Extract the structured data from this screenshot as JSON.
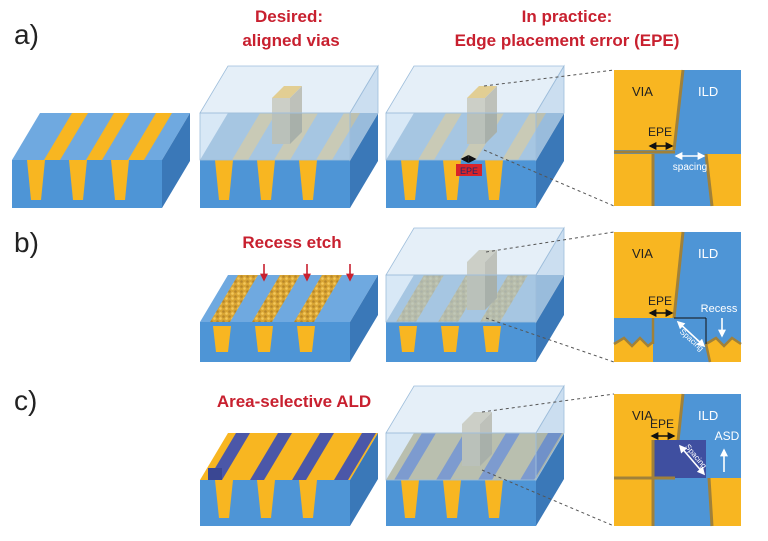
{
  "row_labels": [
    "a)",
    "b)",
    "c)"
  ],
  "headings": {
    "desired_line1": "Desired:",
    "desired_line2": "aligned vias",
    "practice_line1": "In practice:",
    "practice_line2": "Edge placement error (EPE)",
    "recess": "Recess etch",
    "asd": "Area-selective ALD"
  },
  "labels": {
    "via": "VIA",
    "ild": "ILD",
    "epe": "EPE",
    "spacing": "spacing",
    "spacing_rot": "Spacing",
    "recess": "Recess",
    "asd": "ASD"
  },
  "colors": {
    "metal": "#F8B621",
    "metal_dark": "#D9961A",
    "dielectric": "#4E95D6",
    "dielectric_side": "#3A78B8",
    "dielectric_top": "#6FA9E0",
    "glass": "#A9CBEA",
    "via_body": "#C8B892",
    "asd_top": "#4B57A8",
    "heading": "#C8202F",
    "epe_marker": "#D8232A",
    "liner": "#A0813A"
  }
}
